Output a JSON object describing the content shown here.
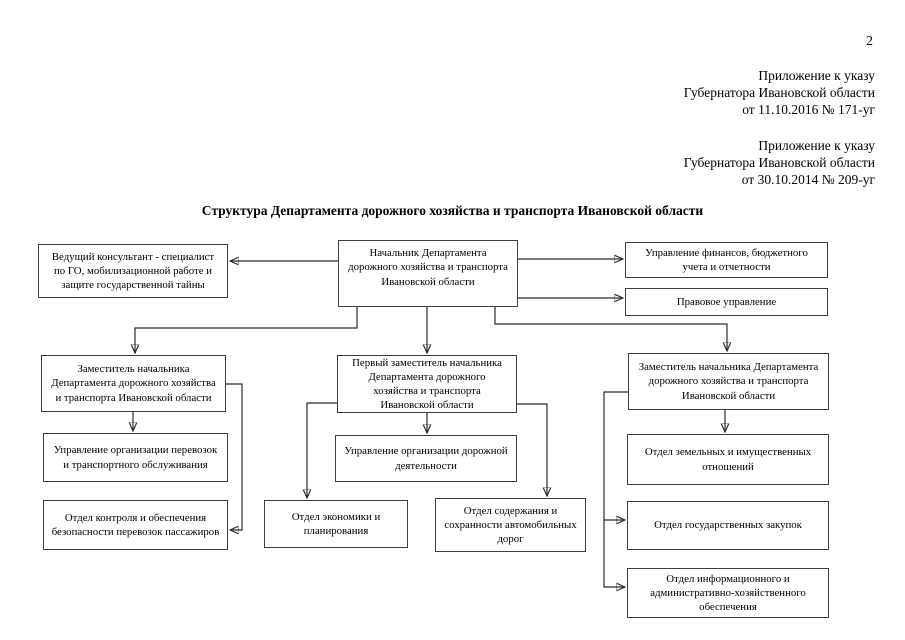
{
  "page": {
    "number": "2",
    "annex1": {
      "line1": "Приложение к указу",
      "line2": "Губернатора Ивановской области",
      "line3": "от 11.10.2016 № 171-уг"
    },
    "annex2": {
      "line1": "Приложение к указу",
      "line2": "Губернатора Ивановской области",
      "line3": "от 30.10.2014 № 209-уг"
    },
    "title": "Структура Департамента дорожного хозяйства и транспорта Ивановской области"
  },
  "diagram": {
    "nodes": [
      {
        "id": "lead-consultant",
        "text": "Ведущий консультант - специалист по ГО, мобилизационной работе и защите государственной тайны"
      },
      {
        "id": "department-head",
        "text": "Начальник Департамента дорожного хозяйства и транспорта Ивановской области"
      },
      {
        "id": "finance-directorate",
        "text": "Управление финансов, бюджетного учета и отчетности"
      },
      {
        "id": "legal-directorate",
        "text": "Правовое управление"
      },
      {
        "id": "deputy-head-left",
        "text": "Заместитель начальника Департамента дорожного хозяйства и транспорта Ивановской области"
      },
      {
        "id": "first-deputy-head",
        "text": "Первый заместитель начальника Департамента дорожного хозяйства и транспорта Ивановской области"
      },
      {
        "id": "deputy-head-right",
        "text": "Заместитель начальника Департамента дорожного хозяйства и транспорта Ивановской области"
      },
      {
        "id": "transport-directorate",
        "text": "Управление организации перевозок и транспортного обслуживания"
      },
      {
        "id": "safety-control-dept",
        "text": "Отдел контроля и обеспечения безопасности перевозок пассажиров"
      },
      {
        "id": "road-activity-directorate",
        "text": "Управление организации дорожной деятельности"
      },
      {
        "id": "economics-dept",
        "text": "Отдел экономики и планирования"
      },
      {
        "id": "road-maintenance-dept",
        "text": "Отдел содержания и сохранности автомобильных дорог"
      },
      {
        "id": "land-property-dept",
        "text": "Отдел земельных и имущественных отношений"
      },
      {
        "id": "procurement-dept",
        "text": "Отдел государственных закупок"
      },
      {
        "id": "it-admin-dept",
        "text": "Отдел информационного и административно-хозяйственного обеспечения"
      }
    ]
  }
}
